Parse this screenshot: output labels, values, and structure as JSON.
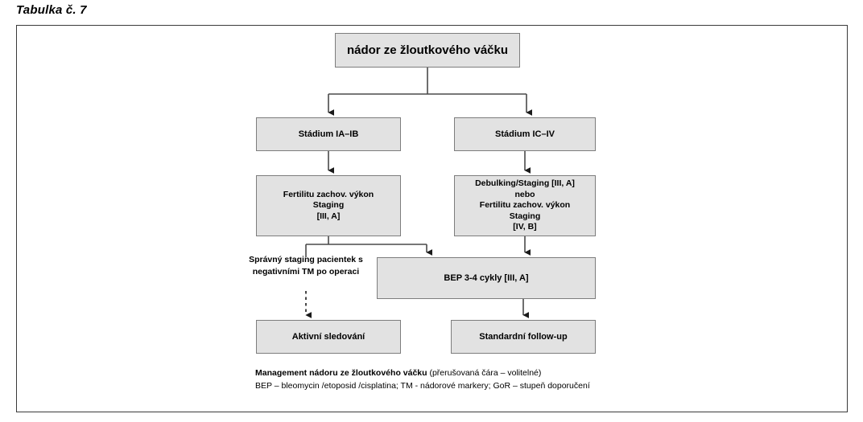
{
  "caption": "Tabulka č. 7",
  "diagram": {
    "type": "flowchart",
    "title": "nádor ze žloutkového váčku",
    "nodes": [
      {
        "id": "root",
        "label": "nádor ze žloutkového váčku",
        "lines": [
          "nádor ze žloutkového váčku"
        ]
      },
      {
        "id": "stage-low",
        "label": "Stádium IA–IB",
        "lines": [
          "Stádium IA–IB"
        ]
      },
      {
        "id": "stage-high",
        "label": "Stádium IC–IV",
        "lines": [
          "Stádium IC–IV"
        ]
      },
      {
        "id": "tx-low",
        "label": "Fertilitu zachov. výkon Staging [III, A]",
        "lines": [
          "Fertilitu zachov. výkon",
          "Staging",
          "[III, A]"
        ]
      },
      {
        "id": "tx-high",
        "label": "Debulking/Staging [III, A] nebo Fertilitu zachov. výkon Staging [IV, B]",
        "lines": [
          "Debulking/Staging [III, A]",
          "nebo",
          "Fertilitu zachov. výkon",
          "Staging",
          "[IV, B]"
        ]
      },
      {
        "id": "bep",
        "label": "BEP 3-4 cykly [III, A]",
        "lines": [
          "BEP 3-4 cykly [III, A]"
        ]
      },
      {
        "id": "follow-active",
        "label": "Aktivní sledování",
        "lines": [
          "Aktivní sledování"
        ]
      },
      {
        "id": "follow-std",
        "label": "Standardní follow-up",
        "lines": [
          "Standardní follow-up"
        ]
      }
    ],
    "edge_note": {
      "id": "note-staging",
      "lines": [
        "Správný staging",
        "pacientek s negativními",
        "TM po operaci"
      ]
    },
    "edges": [
      {
        "from": "root",
        "to": "stage-low",
        "style": "solid"
      },
      {
        "from": "root",
        "to": "stage-high",
        "style": "solid"
      },
      {
        "from": "stage-low",
        "to": "tx-low",
        "style": "solid"
      },
      {
        "from": "stage-high",
        "to": "tx-high",
        "style": "solid"
      },
      {
        "from": "tx-low",
        "to": "bep",
        "style": "solid"
      },
      {
        "from": "tx-high",
        "to": "bep",
        "style": "solid"
      },
      {
        "from": "tx-low",
        "to": "follow-active",
        "style": "dashed"
      },
      {
        "from": "bep",
        "to": "follow-std",
        "style": "solid"
      }
    ]
  },
  "legend": {
    "line1_bold": "Management nádoru ze žloutkového váčku ",
    "line1_rest": "(přerušovaná čára – volitelné)",
    "line2": "BEP –  bleomycin /etoposid /cisplatina; TM - nádorové markery; GoR – stupeň doporučení"
  },
  "colors": {
    "box_fill": "#e2e2e2",
    "box_border": "#7d7d7d",
    "frame_border": "#3a3a3a",
    "connector": "#4a4a4a",
    "text": "#000000",
    "background": "#ffffff"
  }
}
